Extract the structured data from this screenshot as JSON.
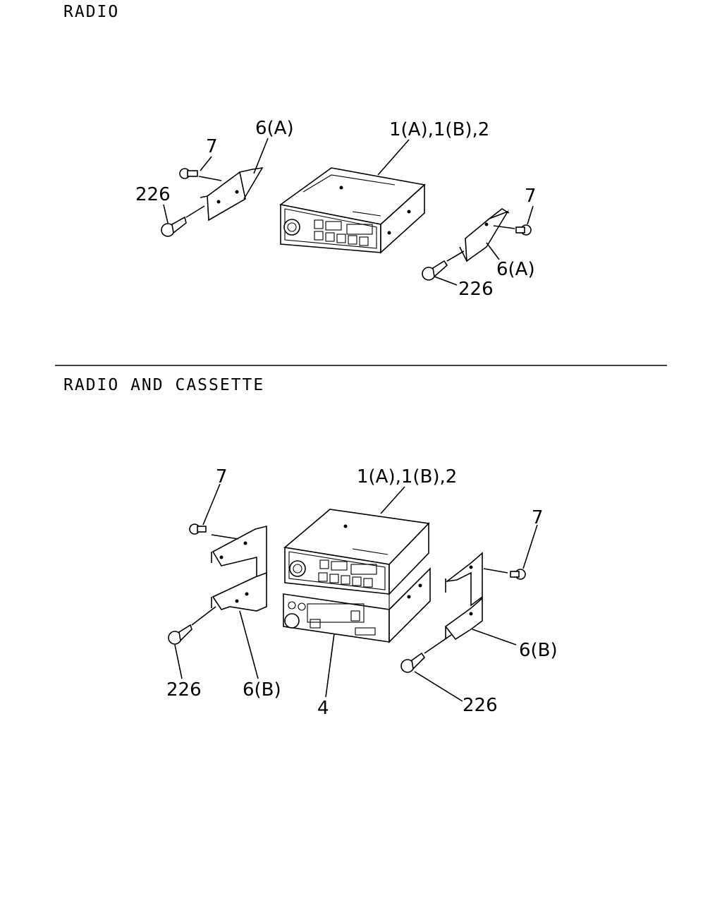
{
  "sections": [
    {
      "title": "RADIO",
      "callouts": [
        "6(A)",
        "7",
        "226",
        "1(A),1(B),2",
        "7",
        "6(A)",
        "226"
      ]
    },
    {
      "title": "RADIO AND CASSETTE",
      "callouts": [
        "7",
        "1(A),1(B),2",
        "7",
        "226",
        "6(B)",
        "4",
        "6(B)",
        "226"
      ]
    }
  ],
  "colors": {
    "line": "#000000",
    "background": "#ffffff"
  }
}
